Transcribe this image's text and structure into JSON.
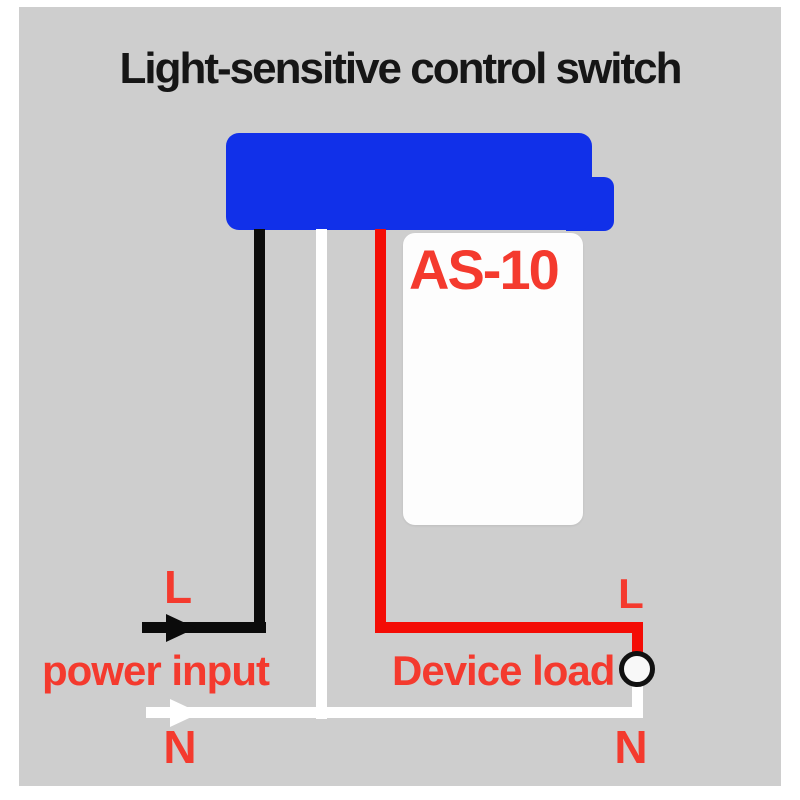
{
  "title": "Light-sensitive control switch",
  "device": {
    "model": "AS-10"
  },
  "labels": {
    "input_line": "L",
    "input_caption": "power input",
    "input_neutral": "N",
    "load_line": "L",
    "load_caption": "Device load",
    "load_neutral": "N"
  },
  "colors": {
    "gray": "#cecece",
    "white": "#ffffff",
    "black": "#161616",
    "blue": "#1130e9",
    "redWire": "#f40c05",
    "redText": "#f43a2e",
    "wireBlack": "#0b0b0b"
  }
}
